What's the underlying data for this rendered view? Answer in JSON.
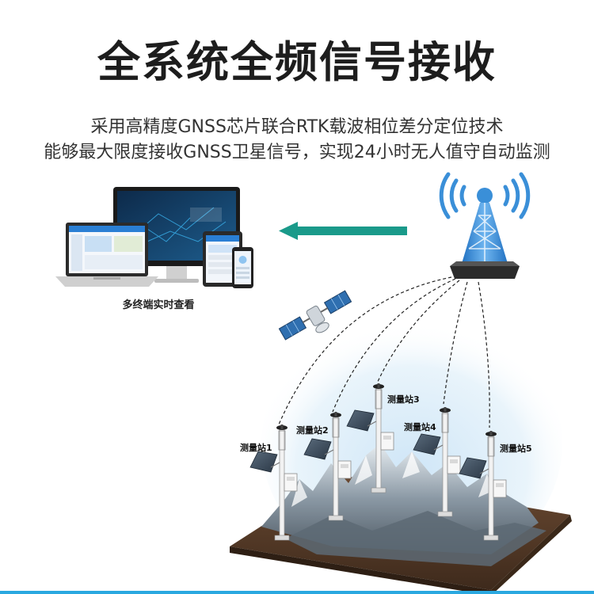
{
  "header": {
    "title": "全系统全频信号接收",
    "subtitle_line1": "采用高精度GNSS芯片联合RTK载波相位差分定位技术",
    "subtitle_line2": "能够最大限度接收GNSS卫星信号，实现24小时无人值守自动监测"
  },
  "terminals": {
    "caption": "多终端实时查看"
  },
  "stations": [
    {
      "label": "测量站1"
    },
    {
      "label": "测量站2"
    },
    {
      "label": "测量站3"
    },
    {
      "label": "测量站4"
    },
    {
      "label": "测量站5"
    }
  ],
  "colors": {
    "arrow": "#1a9a8a",
    "tower": "#3a8fd8",
    "signal": "#3a8fd8",
    "accent_bar": "#2aa8e0"
  },
  "icons": {
    "tower": "signal-tower-icon",
    "satellite": "satellite-icon",
    "arrow": "arrow-left-icon"
  }
}
